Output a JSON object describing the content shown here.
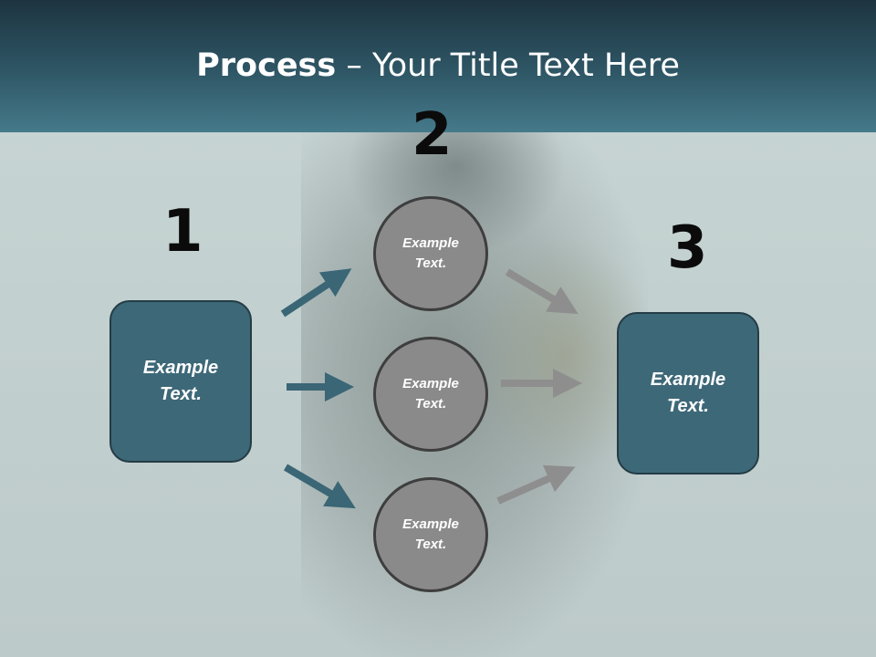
{
  "header": {
    "title_bold": "Process",
    "title_rest": " – Your Title Text Here"
  },
  "steps": {
    "step1": {
      "number": "1",
      "text": "Example Text."
    },
    "step2": {
      "number": "2",
      "circles": [
        {
          "text": "Example Text."
        },
        {
          "text": "Example Text."
        },
        {
          "text": "Example Text."
        }
      ]
    },
    "step3": {
      "number": "3",
      "text": "Example Text."
    }
  },
  "colors": {
    "header_dark": "#1d3440",
    "box_fill": "#3d6878",
    "circle_fill": "#8a8a8a",
    "arrow_teal": "#3a6676",
    "arrow_gray": "#8e8e8e"
  }
}
